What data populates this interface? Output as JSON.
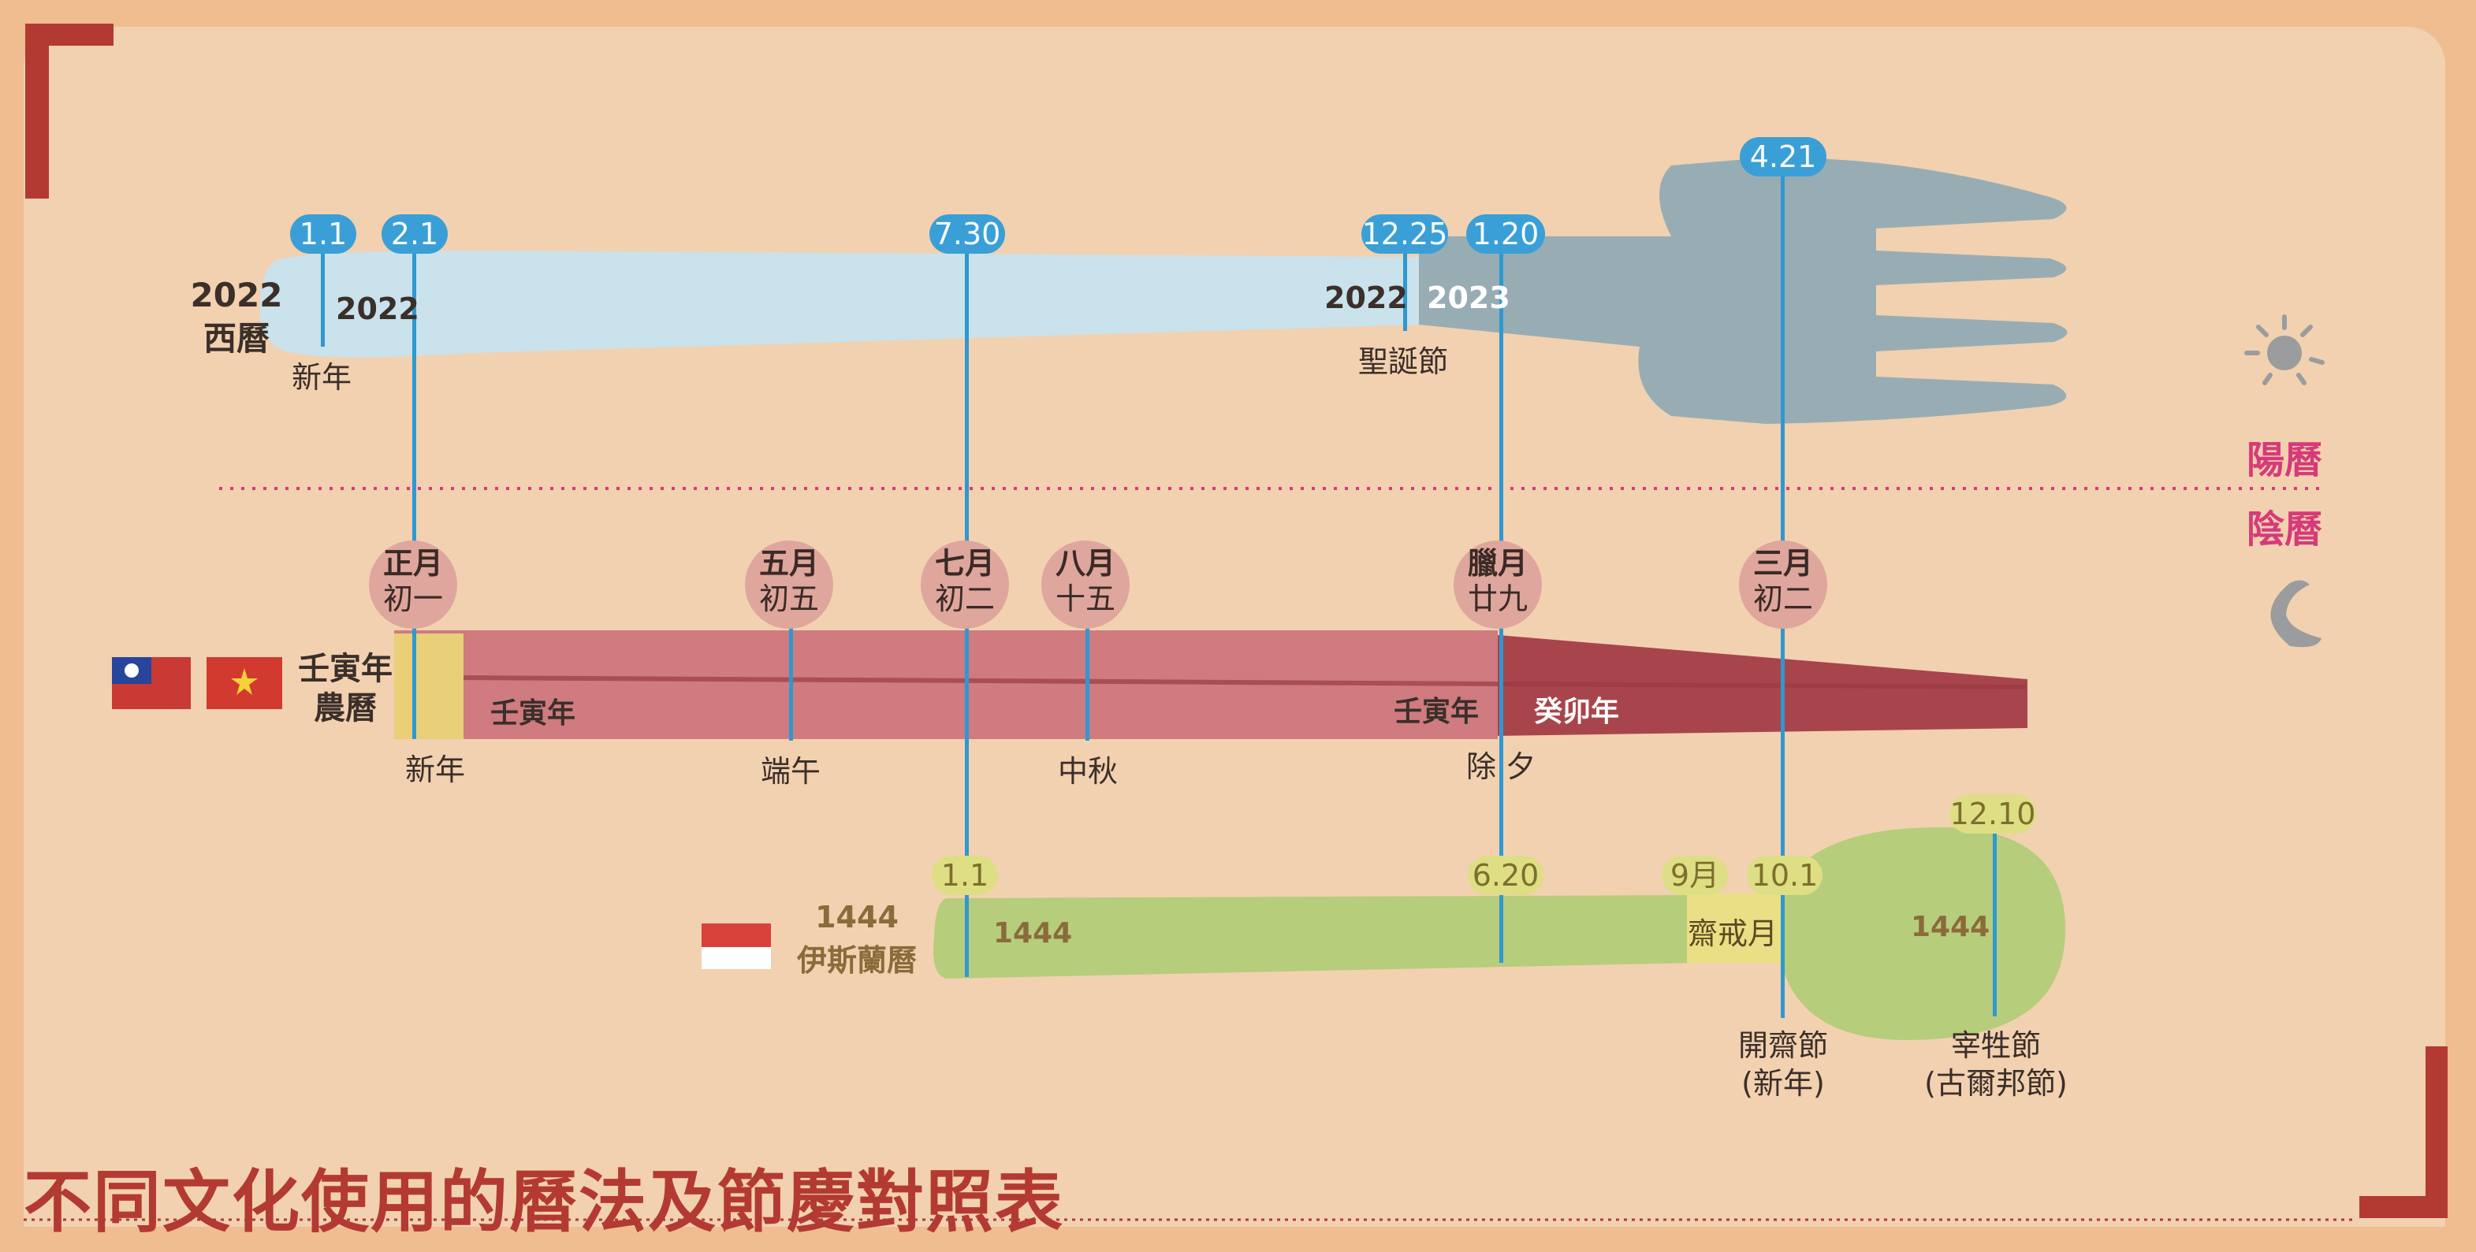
{
  "title": "不同文化使用的曆法及節慶對照表",
  "divider": {
    "solar": "陽曆",
    "lunar": "陰曆"
  },
  "gregorian": {
    "label_year": "2022",
    "label_name": "西曆",
    "year_start": "2022",
    "year_end_old": "2022",
    "year_end_new": "2023",
    "dates": [
      "1.1",
      "2.1",
      "7.30",
      "12.25",
      "1.20",
      "4.21"
    ],
    "festivals": {
      "new_year": "新年",
      "christmas": "聖誕節"
    }
  },
  "lunar": {
    "label_year": "壬寅年",
    "label_name": "農曆",
    "year_start": "壬寅年",
    "year_end_old": "壬寅年",
    "year_end_new": "癸卯年",
    "months": [
      {
        "month": "正月",
        "day": "初一"
      },
      {
        "month": "五月",
        "day": "初五"
      },
      {
        "month": "七月",
        "day": "初二"
      },
      {
        "month": "八月",
        "day": "十五"
      },
      {
        "month": "臘月",
        "day": "廿九"
      },
      {
        "month": "三月",
        "day": "初二"
      }
    ],
    "festivals": {
      "new_year": "新年",
      "dragon_boat": "端午",
      "mid_autumn": "中秋",
      "eve": "除 夕"
    }
  },
  "islamic": {
    "label_year": "1444",
    "label_name": "伊斯蘭曆",
    "year_a": "1444",
    "year_b": "1444",
    "dates": [
      "1.1",
      "6.20",
      "9月",
      "10.1",
      "12.10"
    ],
    "ramadan": "齋戒月",
    "festivals": {
      "eid_fitr_1": "開齋節",
      "eid_fitr_2": "(新年)",
      "eid_adha_1": "宰牲節",
      "eid_adha_2": "(古爾邦節)"
    }
  },
  "colors": {
    "background": "#efbd8f",
    "card": "#f2d1b0",
    "accent_red": "#b33a32",
    "line_blue": "#2f98cf",
    "knife": "#c9e2ec",
    "fork": "#98adb3",
    "chopstick": "#cf7b80",
    "chopstick_dark": "#a8454c",
    "spoon": "#b6cd7c",
    "ramadan": "#e9e085",
    "divider_pink": "#d63a7a"
  },
  "icons": [
    "sun-icon",
    "moon-icon",
    "flag-taiwan-icon",
    "flag-vietnam-icon",
    "flag-indonesia-icon"
  ]
}
